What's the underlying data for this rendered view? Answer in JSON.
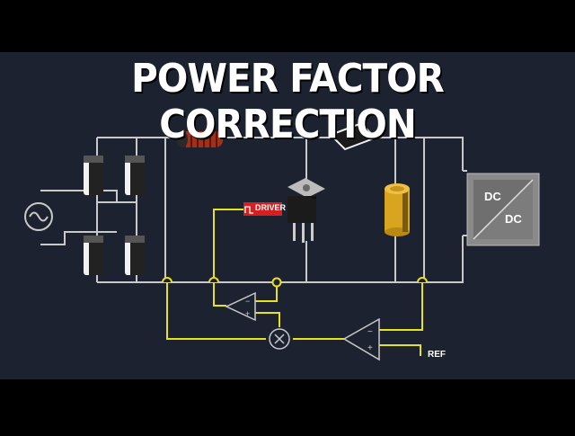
{
  "title": "POWER FACTOR CORRECTION",
  "driver_label": "DRIVER",
  "converter": {
    "top_label": "DC",
    "bottom_label": "DC"
  },
  "reference_label": "REF",
  "colors": {
    "background": "#1c2230",
    "wire": "#c9c9c9",
    "control_wire": "#e8e21a",
    "driver_block": "#d42020",
    "inductor": "#a0301a",
    "capacitor": "#d9a520",
    "converter_box": "#8a8a8a"
  },
  "icons": [
    "ac-source-icon",
    "diode-icon",
    "inductor-icon",
    "mosfet-icon",
    "capacitor-icon",
    "multiplier-icon",
    "op-amp-icon",
    "pwm-pulse-icon"
  ]
}
